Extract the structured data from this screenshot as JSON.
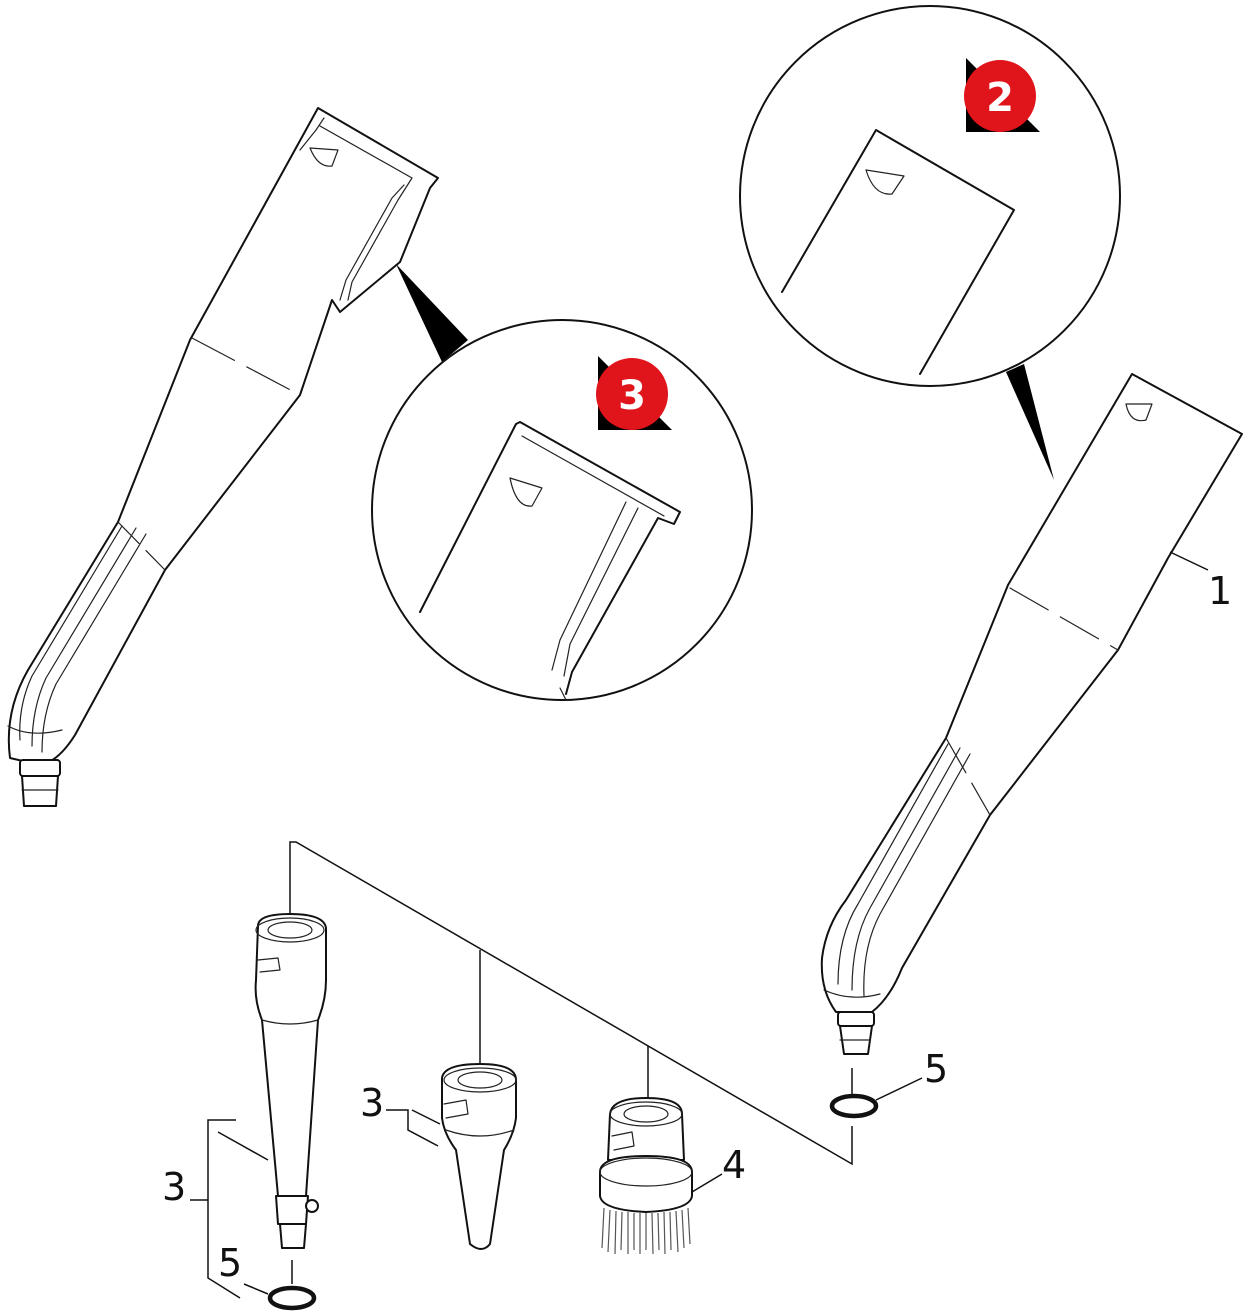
{
  "callouts": {
    "c1": "1",
    "c3_left": "3",
    "c3_mid": "3",
    "c4": "4",
    "c5_left": "5",
    "c5_right": "5"
  },
  "badges": {
    "b2": "2",
    "b3": "3"
  },
  "colors": {
    "badge_red": "#e0141b",
    "line": "#111111"
  }
}
